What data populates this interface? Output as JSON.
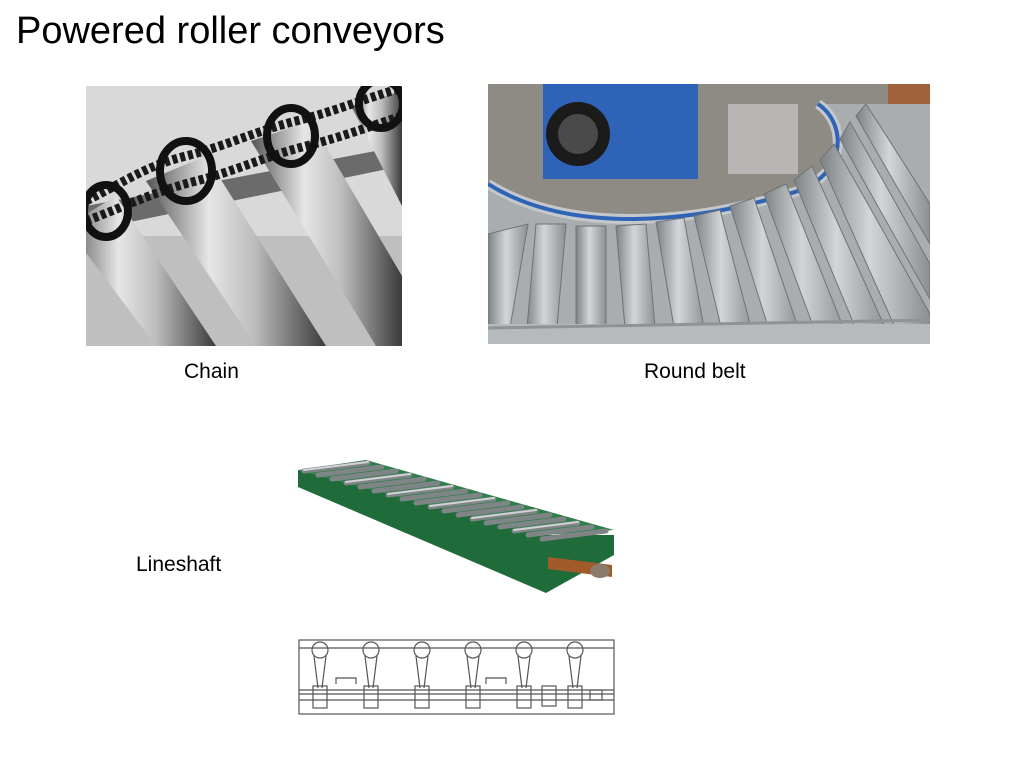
{
  "slide": {
    "title": "Powered roller conveyors"
  },
  "figures": [
    {
      "caption": "Chain",
      "content": "chain-driven-rollers-photo"
    },
    {
      "caption": "Round belt",
      "content": "curved-round-belt-conveyor-photo"
    },
    {
      "caption": "Lineshaft",
      "content": "lineshaft-conveyor-drawings"
    }
  ],
  "colors": {
    "lineshaft_frame": "#1f6b3a",
    "conveyor_frame_blue": "#2e63b8",
    "roller_grey": "#b9bdbf"
  }
}
